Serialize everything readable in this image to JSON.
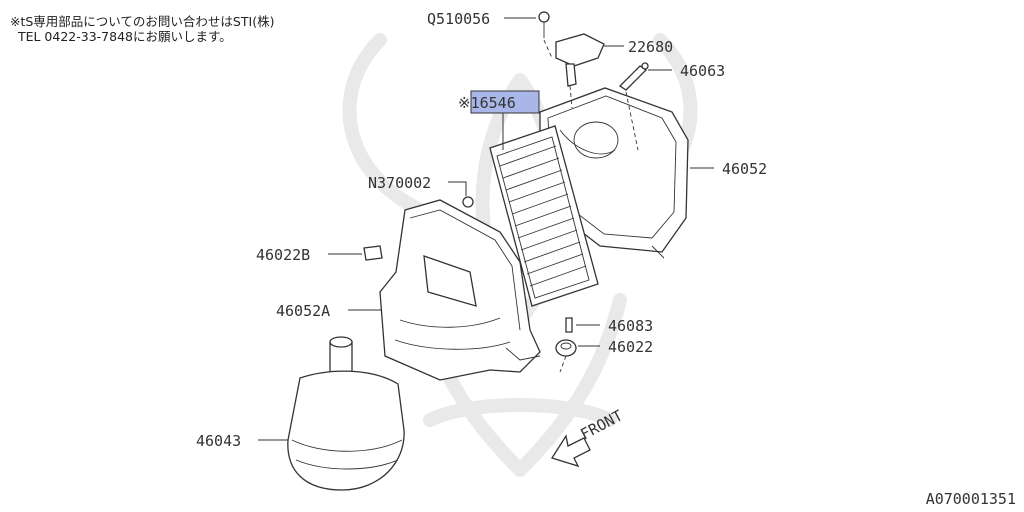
{
  "note": {
    "line1": "※tS専用部品についてのお問い合わせはSTI(株)",
    "line2": "TEL 0422-33-7848にお願いします。"
  },
  "parts": {
    "q510056": "Q510056",
    "p22680": "22680",
    "p46063": "46063",
    "p16546": "※16546",
    "p46052": "46052",
    "n370002": "N370002",
    "p46022b": "46022B",
    "p46052a": "46052A",
    "p46083": "46083",
    "p46022": "46022",
    "p46043": "46043"
  },
  "front_label": "FRONT",
  "diagram_id": "A070001351",
  "colors": {
    "highlight": "#a9b7e8",
    "line": "#333333",
    "watermark": "#e9e9e9"
  }
}
